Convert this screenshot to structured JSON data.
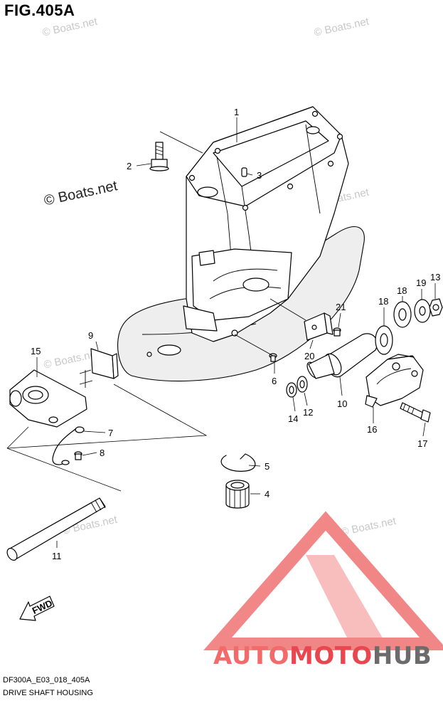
{
  "figure": {
    "title": "FIG.405A",
    "code": "DF300A_E03_018_405A",
    "name": "DRIVE SHAFT HOUSING"
  },
  "watermarks": {
    "light": "© Boats.net",
    "strong": "© Boats.net"
  },
  "logo": {
    "part1": "AUTO",
    "part2": "MOTO",
    "part3": "HUB",
    "colors": {
      "part1": "#f26b6b",
      "part2": "#e8474f",
      "part3": "#6b6b6b"
    }
  },
  "fwd_label": "FWD",
  "callouts": [
    "1",
    "2",
    "3",
    "4",
    "5",
    "6",
    "7",
    "8",
    "9",
    "10",
    "11",
    "12",
    "13",
    "14",
    "15",
    "16",
    "17",
    "18",
    "18",
    "19",
    "20",
    "21"
  ]
}
